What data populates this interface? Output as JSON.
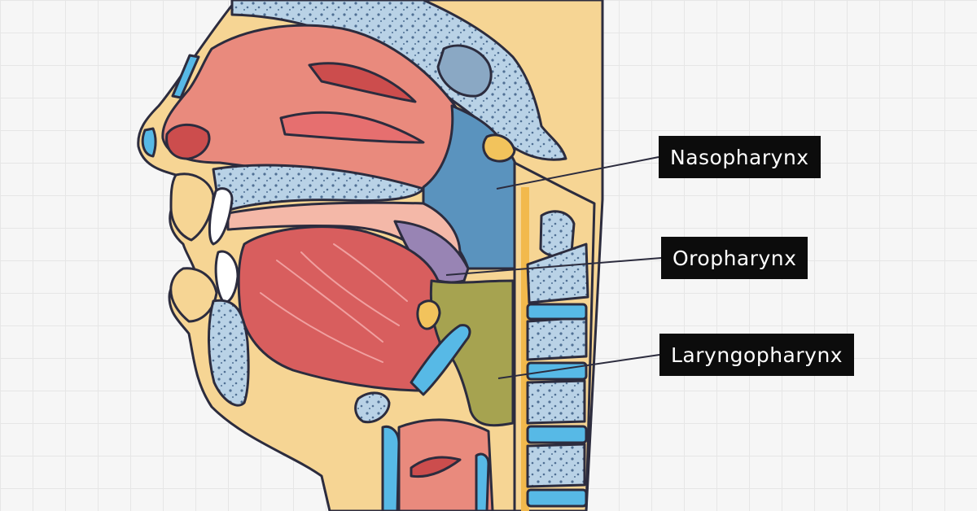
{
  "labels": {
    "nasopharynx": "Nasopharynx",
    "oropharynx": "Oropharynx",
    "laryngopharynx": "Laryngopharynx"
  },
  "colors": {
    "background": "#f6f6f6",
    "grid": "#e6e6e6",
    "outline": "#2c2c3e",
    "skin": "#f6d594",
    "bone": "#b9d2e6",
    "bone_dots": "#4f6f93",
    "nasal_cavity": "#e98a7d",
    "nasal_dark": "#cc4d4d",
    "tongue": "#d85e5e",
    "tongue_lines": "#f0a0a0",
    "nasopharynx_region": "#5a93be",
    "oropharynx_region": "#9884b4",
    "laryngopharynx_region": "#a6a350",
    "cartilage_blue": "#57b9e6",
    "label_bg": "#0c0c0c",
    "label_text": "#ffffff"
  }
}
